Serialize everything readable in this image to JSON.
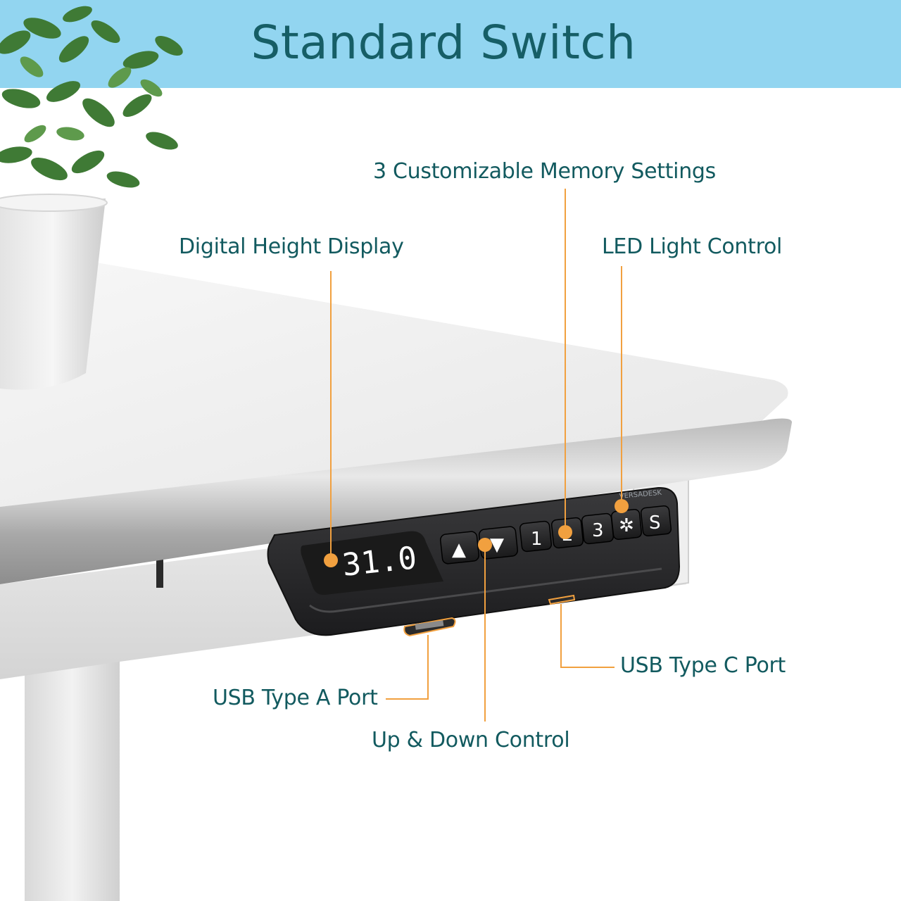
{
  "header": {
    "title": "Standard Switch"
  },
  "controller": {
    "height_readout": "31.0",
    "brand": "VERSADESK",
    "buttons": {
      "up": "▲",
      "down": "▼",
      "memory_1": "1",
      "memory_2": "2",
      "memory_3": "3",
      "light": "✲",
      "save": "S"
    }
  },
  "callouts": {
    "memory": "3 Customizable Memory Settings",
    "display": "Digital Height Display",
    "led": "LED Light Control",
    "usb_c": "USB Type C Port",
    "usb_a": "USB Type A Port",
    "up_down": "Up & Down Control"
  },
  "colors": {
    "accent": "#f1a03f",
    "label": "#125a5f",
    "header_bg": "#92d5f0"
  }
}
